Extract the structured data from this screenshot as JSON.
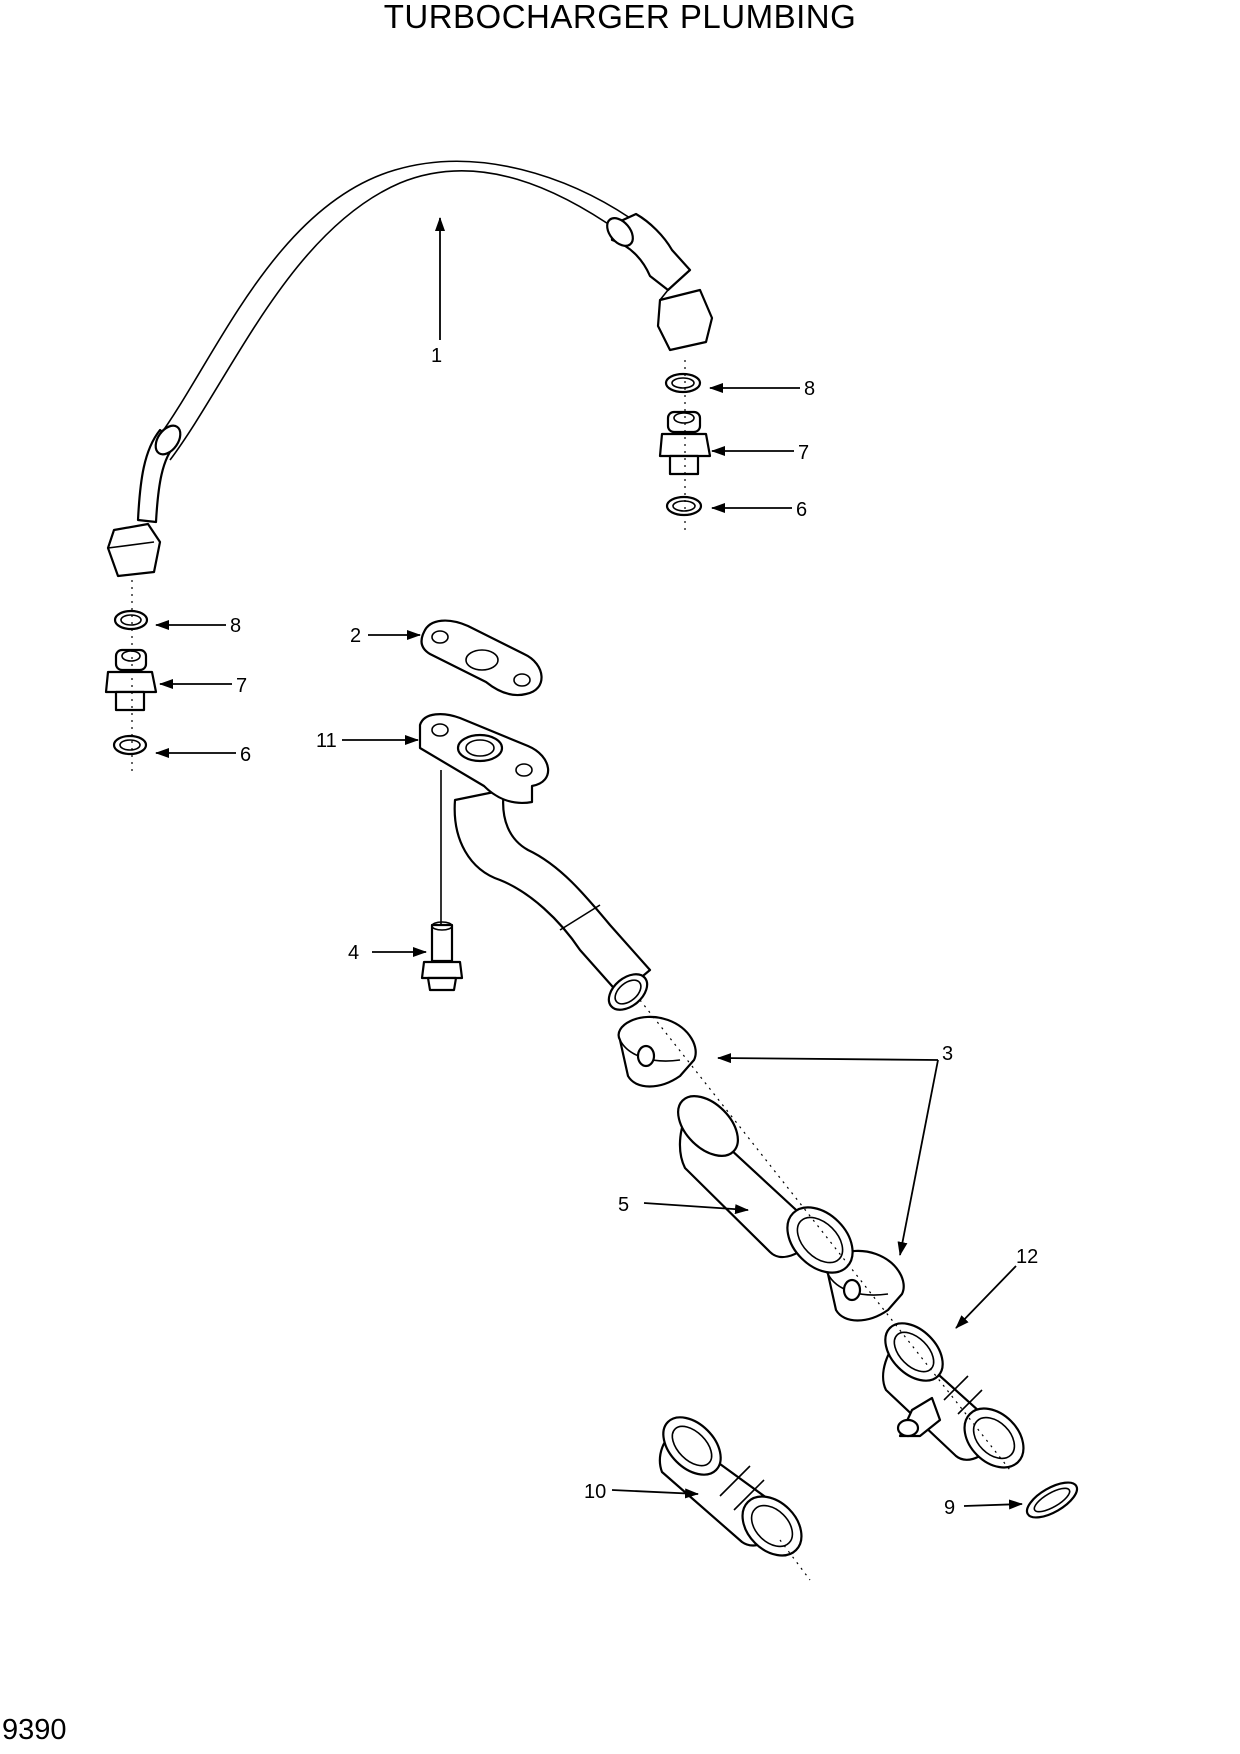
{
  "title": "TURBOCHARGER PLUMBING",
  "page_number": "9390",
  "callouts": {
    "c1": "1",
    "c2": "2",
    "c3": "3",
    "c4": "4",
    "c5": "5",
    "c6a": "6",
    "c6b": "6",
    "c7a": "7",
    "c7b": "7",
    "c8a": "8",
    "c8b": "8",
    "c9": "9",
    "c10": "10",
    "c11": "11",
    "c12": "12"
  }
}
